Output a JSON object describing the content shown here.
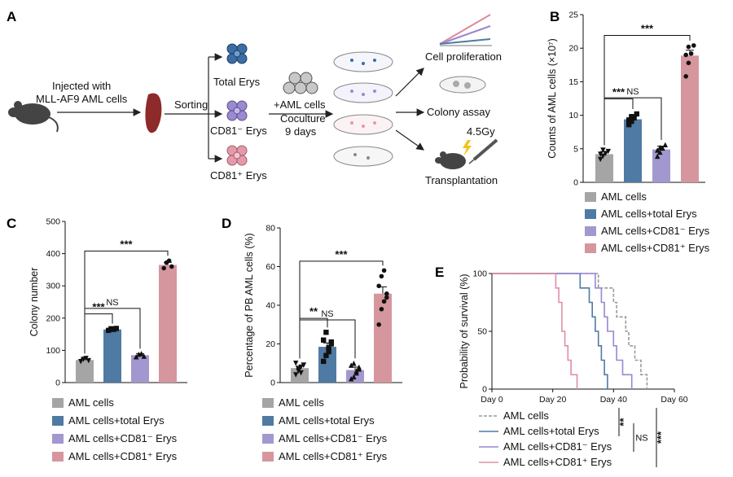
{
  "colors": {
    "gray": "#a5a5a5",
    "blue": "#4f7aa3",
    "lilac": "#a397cf",
    "pink": "#d6969e",
    "km_gray": "#9a9a9a",
    "km_blue": "#4f7aa3",
    "km_lilac": "#9a86d3",
    "km_pink": "#e08fa2"
  },
  "panelA": {
    "label": "A",
    "injected": "Injected with",
    "cells": "MLL-AF9 AML cells",
    "sorting": "Sorting",
    "total": "Total Erys",
    "cd81neg": "CD81⁻ Erys",
    "cd81pos": "CD81⁺ Erys",
    "plus": "+AML cells",
    "coculture": "Coculture",
    "days": "9 days",
    "prolif": "Cell proliferation",
    "colony": "Colony assay",
    "dose": "4.5Gy",
    "transplant": "Transplantation"
  },
  "legend4": [
    "AML cells",
    "AML cells+total Erys",
    "AML cells+CD81⁻ Erys",
    "AML cells+CD81⁺ Erys"
  ],
  "km_legend": [
    "AML cells",
    "AML cells+total Erys",
    "AML cells+CD81⁻ Erys",
    "AML cells+CD81⁺ Erys"
  ],
  "chart_data": [
    {
      "panel": "B",
      "type": "bar",
      "ylabel": "Counts of AML cells (×10⁷)",
      "ylim": [
        0,
        25
      ],
      "yticks": [
        0,
        5,
        10,
        15,
        20,
        25
      ],
      "categories": [
        "AML cells",
        "AML cells+total Erys",
        "AML cells+CD81⁻ Erys",
        "AML cells+CD81⁺ Erys"
      ],
      "values": [
        4.2,
        9.4,
        4.9,
        18.9
      ],
      "errors": [
        0.4,
        0.4,
        0.5,
        0.8
      ],
      "points": [
        [
          3.4,
          3.9,
          4.3,
          4.6,
          4.2,
          4.8
        ],
        [
          8.6,
          9.1,
          9.6,
          10.2,
          9.3,
          9.8
        ],
        [
          3.9,
          4.5,
          5.1,
          5.6,
          4.8,
          5.2
        ],
        [
          15.8,
          17.8,
          19.2,
          20.4,
          19.0,
          20.2
        ]
      ],
      "markers": [
        "triangle-down",
        "square",
        "triangle-up",
        "circle"
      ],
      "sig": [
        {
          "a": 0,
          "b": 1,
          "label": "***"
        },
        {
          "a": 0,
          "b": 2,
          "label": "NS"
        },
        {
          "a": 0,
          "b": 3,
          "label": "***"
        }
      ]
    },
    {
      "panel": "C",
      "type": "bar",
      "ylabel": "Colony number",
      "ylim": [
        0,
        500
      ],
      "yticks": [
        0,
        100,
        200,
        300,
        400,
        500
      ],
      "categories": [
        "AML cells",
        "AML cells+total Erys",
        "AML cells+CD81⁻ Erys",
        "AML cells+CD81⁺ Erys"
      ],
      "values": [
        70,
        165,
        85,
        365
      ],
      "errors": [
        4,
        3,
        5,
        8
      ],
      "points": [
        [
          65,
          72,
          75,
          68
        ],
        [
          162,
          167,
          165,
          168
        ],
        [
          80,
          88,
          90,
          82
        ],
        [
          355,
          372,
          378,
          360
        ]
      ],
      "markers": [
        "triangle-down",
        "square",
        "triangle-up",
        "circle"
      ],
      "sig": [
        {
          "a": 0,
          "b": 1,
          "label": "***"
        },
        {
          "a": 0,
          "b": 2,
          "label": "NS"
        },
        {
          "a": 0,
          "b": 3,
          "label": "***"
        }
      ]
    },
    {
      "panel": "D",
      "type": "bar",
      "ylabel": "Percentage of PB AML cells (%)",
      "ylim": [
        0,
        80
      ],
      "yticks": [
        0,
        20,
        40,
        60,
        80
      ],
      "categories": [
        "AML cells",
        "AML cells+total Erys",
        "AML cells+CD81⁻ Erys",
        "AML cells+CD81⁺ Erys"
      ],
      "values": [
        7.5,
        18.5,
        6.5,
        46
      ],
      "errors": [
        1.0,
        2.0,
        1.5,
        3.5
      ],
      "points": [
        [
          4,
          6,
          8,
          9,
          10,
          7,
          5,
          9
        ],
        [
          11,
          14,
          18,
          20,
          22,
          26,
          16,
          21
        ],
        [
          2,
          3,
          5,
          7,
          9,
          10,
          6,
          8
        ],
        [
          30,
          38,
          42,
          46,
          50,
          55,
          58,
          44
        ]
      ],
      "markers": [
        "triangle-down",
        "square",
        "triangle-up",
        "circle"
      ],
      "sig": [
        {
          "a": 0,
          "b": 1,
          "label": "**"
        },
        {
          "a": 0,
          "b": 2,
          "label": "NS"
        },
        {
          "a": 0,
          "b": 3,
          "label": "***"
        }
      ]
    },
    {
      "panel": "E",
      "type": "line",
      "ylabel": "Probability of survival (%)",
      "xlim": [
        0,
        60
      ],
      "ylim": [
        0,
        100
      ],
      "xticks": [
        "Day 0",
        "Day 20",
        "Day 40",
        "Day 60"
      ],
      "xtick_values": [
        0,
        20,
        40,
        60
      ],
      "yticks": [
        0,
        50,
        100
      ],
      "series": [
        {
          "name": "AML cells",
          "style": "dashed",
          "steps": [
            [
              0,
              100
            ],
            [
              35,
              100
            ],
            [
              35,
              87.5
            ],
            [
              40,
              87.5
            ],
            [
              40,
              75
            ],
            [
              41,
              75
            ],
            [
              41,
              62.5
            ],
            [
              44,
              62.5
            ],
            [
              44,
              50
            ],
            [
              45,
              50
            ],
            [
              45,
              37.5
            ],
            [
              47,
              37.5
            ],
            [
              47,
              25
            ],
            [
              49,
              25
            ],
            [
              49,
              12.5
            ],
            [
              51,
              12.5
            ],
            [
              51,
              0
            ]
          ]
        },
        {
          "name": "AML cells+total Erys",
          "style": "solid",
          "steps": [
            [
              0,
              100
            ],
            [
              29,
              100
            ],
            [
              29,
              87.5
            ],
            [
              32,
              87.5
            ],
            [
              32,
              75
            ],
            [
              33,
              75
            ],
            [
              33,
              62.5
            ],
            [
              34,
              62.5
            ],
            [
              34,
              50
            ],
            [
              35,
              50
            ],
            [
              35,
              37.5
            ],
            [
              36,
              37.5
            ],
            [
              36,
              25
            ],
            [
              37,
              25
            ],
            [
              37,
              12.5
            ],
            [
              38,
              12.5
            ],
            [
              38,
              0
            ]
          ]
        },
        {
          "name": "AML cells+CD81⁻ Erys",
          "style": "solid",
          "steps": [
            [
              0,
              100
            ],
            [
              34,
              100
            ],
            [
              34,
              87.5
            ],
            [
              36,
              87.5
            ],
            [
              36,
              75
            ],
            [
              37,
              75
            ],
            [
              37,
              62.5
            ],
            [
              38,
              62.5
            ],
            [
              38,
              50
            ],
            [
              40,
              50
            ],
            [
              40,
              37.5
            ],
            [
              41,
              37.5
            ],
            [
              41,
              25
            ],
            [
              43,
              25
            ],
            [
              43,
              12.5
            ],
            [
              46,
              12.5
            ],
            [
              46,
              0
            ]
          ]
        },
        {
          "name": "AML cells+CD81⁺ Erys",
          "style": "solid",
          "steps": [
            [
              0,
              100
            ],
            [
              21,
              100
            ],
            [
              21,
              87.5
            ],
            [
              22,
              87.5
            ],
            [
              22,
              75
            ],
            [
              23,
              75
            ],
            [
              23,
              50
            ],
            [
              24,
              50
            ],
            [
              24,
              37.5
            ],
            [
              25,
              37.5
            ],
            [
              25,
              25
            ],
            [
              26,
              25
            ],
            [
              26,
              12.5
            ],
            [
              28,
              12.5
            ],
            [
              28,
              0
            ]
          ]
        }
      ],
      "sig": [
        {
          "label": "**"
        },
        {
          "label": "NS"
        },
        {
          "label": "***"
        }
      ]
    }
  ],
  "panel_labels": [
    "B",
    "C",
    "D",
    "E"
  ]
}
